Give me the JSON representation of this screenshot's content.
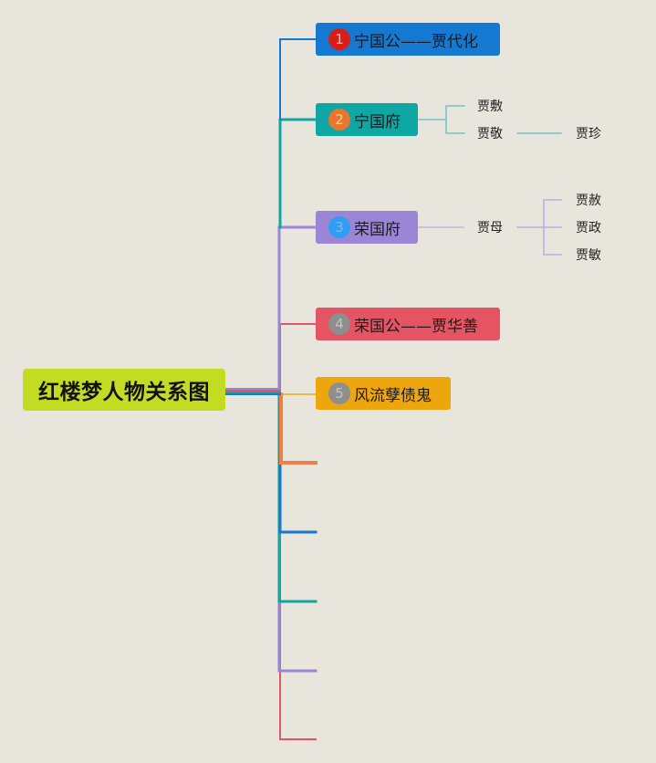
{
  "root": {
    "label": "红楼梦人物关系图"
  },
  "branches": [
    {
      "number": "1",
      "label": "宁国公——贾代化",
      "color": "#1578d1",
      "badge_color": "#d81e17",
      "badge_text_color": "#f3b9b0"
    },
    {
      "number": "2",
      "label": "宁国府",
      "color": "#0fa7a3",
      "badge_color": "#e9762b",
      "badge_text_color": "#f4cda8"
    },
    {
      "number": "3",
      "label": "荣国府",
      "color": "#9a85d7",
      "badge_color": "#2f9df2",
      "badge_text_color": "#8ab5ee"
    },
    {
      "number": "4",
      "label": "荣国公——贾华善",
      "color": "#e45462",
      "badge_color": "#8e8e8e",
      "badge_text_color": "#c4c4c4"
    },
    {
      "number": "5",
      "label": "风流孽债鬼",
      "color": "#eda60d",
      "badge_color": "#8e8e8e",
      "badge_text_color": "#c4c4c4"
    }
  ],
  "ningguofu_children": [
    "贾敷",
    "贾敬"
  ],
  "jiajing_child": "贾珍",
  "rongguofu_child": "贾母",
  "jiamu_children": [
    "贾赦",
    "贾政",
    "贾敏"
  ]
}
